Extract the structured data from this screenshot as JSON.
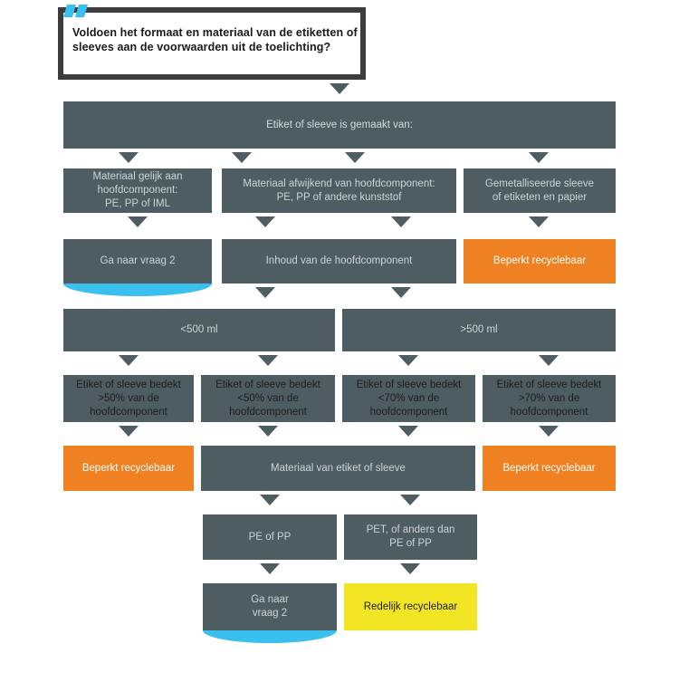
{
  "colors": {
    "dark": "#4d5d61",
    "orange": "#f08122",
    "yellow": "#f2e524",
    "cyan": "#39c0ef",
    "frame": "#3c3c3b",
    "page_bg": "#ffffff"
  },
  "header": {
    "question": "Voldoen het formaat en materiaal van de etiketten of sleeves aan de voorwaarden uit de toelichting?",
    "ribbon_icon": "double-slash-ribbon-icon"
  },
  "nodes": {
    "root": "Etiket of sleeve is gemaakt van:",
    "mat_same": "Materiaal gelijk aan\nhoofdcomponent:\nPE, PP of IML",
    "mat_diff": "Materiaal afwijkend van hoofdcomponent:\nPE, PP of andere kunststof",
    "mat_metal": "Gemetalliseerde sleeve\nof etiketen en papier",
    "goto_q2_a": "Ga naar vraag 2",
    "content_main": "Inhoud van de hoofdcomponent",
    "limited_a": "Beperkt recyclebaar",
    "vol_small": "<500 ml",
    "vol_large": ">500 ml",
    "cover_gt50": "Etiket of sleeve bedekt\n>50% van de\nhoofdcomponent",
    "cover_lt50": "Etiket of sleeve bedekt\n<50% van de\nhoofdcomponent",
    "cover_lt70": "Etiket of sleeve bedekt\n<70% van de\nhoofdcomponent",
    "cover_gt70": "Etiket of sleeve bedekt\n>70% van de\nhoofdcomponent",
    "limited_b": "Beperkt recyclebaar",
    "material_label": "Materiaal van etiket of sleeve",
    "limited_c": "Beperkt recyclebaar",
    "pe_pp": "PE of PP",
    "pet_other": "PET, of anders dan\nPE of PP",
    "goto_q2_b": "Ga naar\nvraag 2",
    "reasonable": "Redelijk recyclebaar"
  }
}
